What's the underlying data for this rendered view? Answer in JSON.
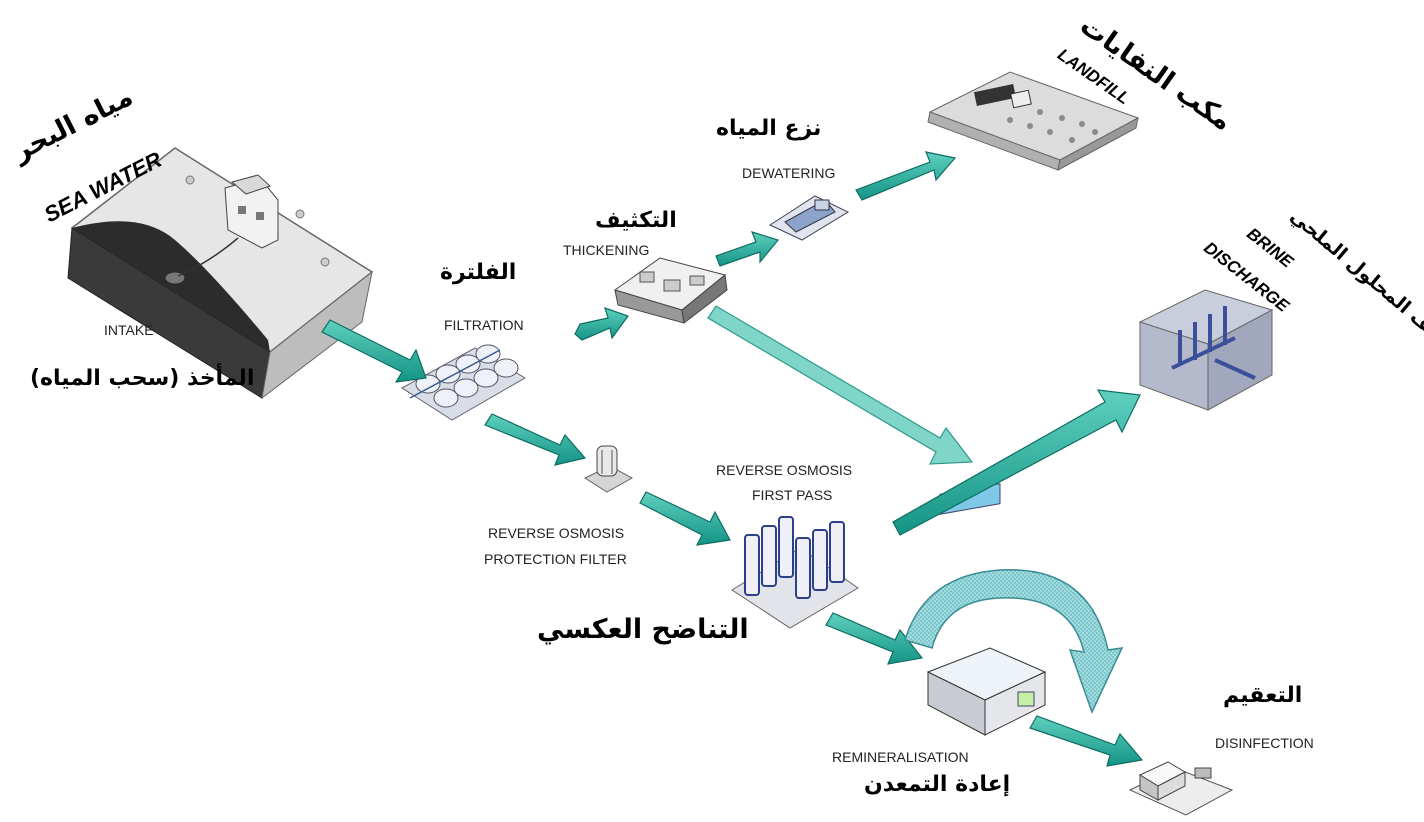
{
  "colors": {
    "arrow_fill": "#1fa897",
    "arrow_dark": "#0f6d62",
    "arrow_light": "#7fd6c8",
    "loop_fill": "#8fd2d8"
  },
  "labels": {
    "sea_water_ar": "مياه البحر",
    "sea_water_en": "SEA WATER",
    "intake_en": "INTAKE",
    "intake_ar": "المأخذ (سحب المياه)",
    "filtration_ar": "الفلترة",
    "filtration_en": "FILTRATION",
    "thickening_ar": "التكثيف",
    "thickening_en": "THICKENING",
    "dewatering_ar": "نزع المياه",
    "dewatering_en": "DEWATERING",
    "landfill_ar": "مكب النفايات",
    "landfill_en": "LANDFILL",
    "brine_ar": "تصريف المحلول الملحي",
    "brine_en_1": "BRINE",
    "brine_en_2": "DISCHARGE",
    "ro_protection_1": "REVERSE OSMOSIS",
    "ro_protection_2": "PROTECTION FILTER",
    "ro_first_1": "REVERSE OSMOSIS",
    "ro_first_2": "FIRST PASS",
    "ro_ar": "التناضح العكسي",
    "remin_en": "REMINERALISATION",
    "remin_ar": "إعادة التمعدن",
    "disinfection_ar": "التعقيم",
    "disinfection_en": "DISINFECTION"
  }
}
